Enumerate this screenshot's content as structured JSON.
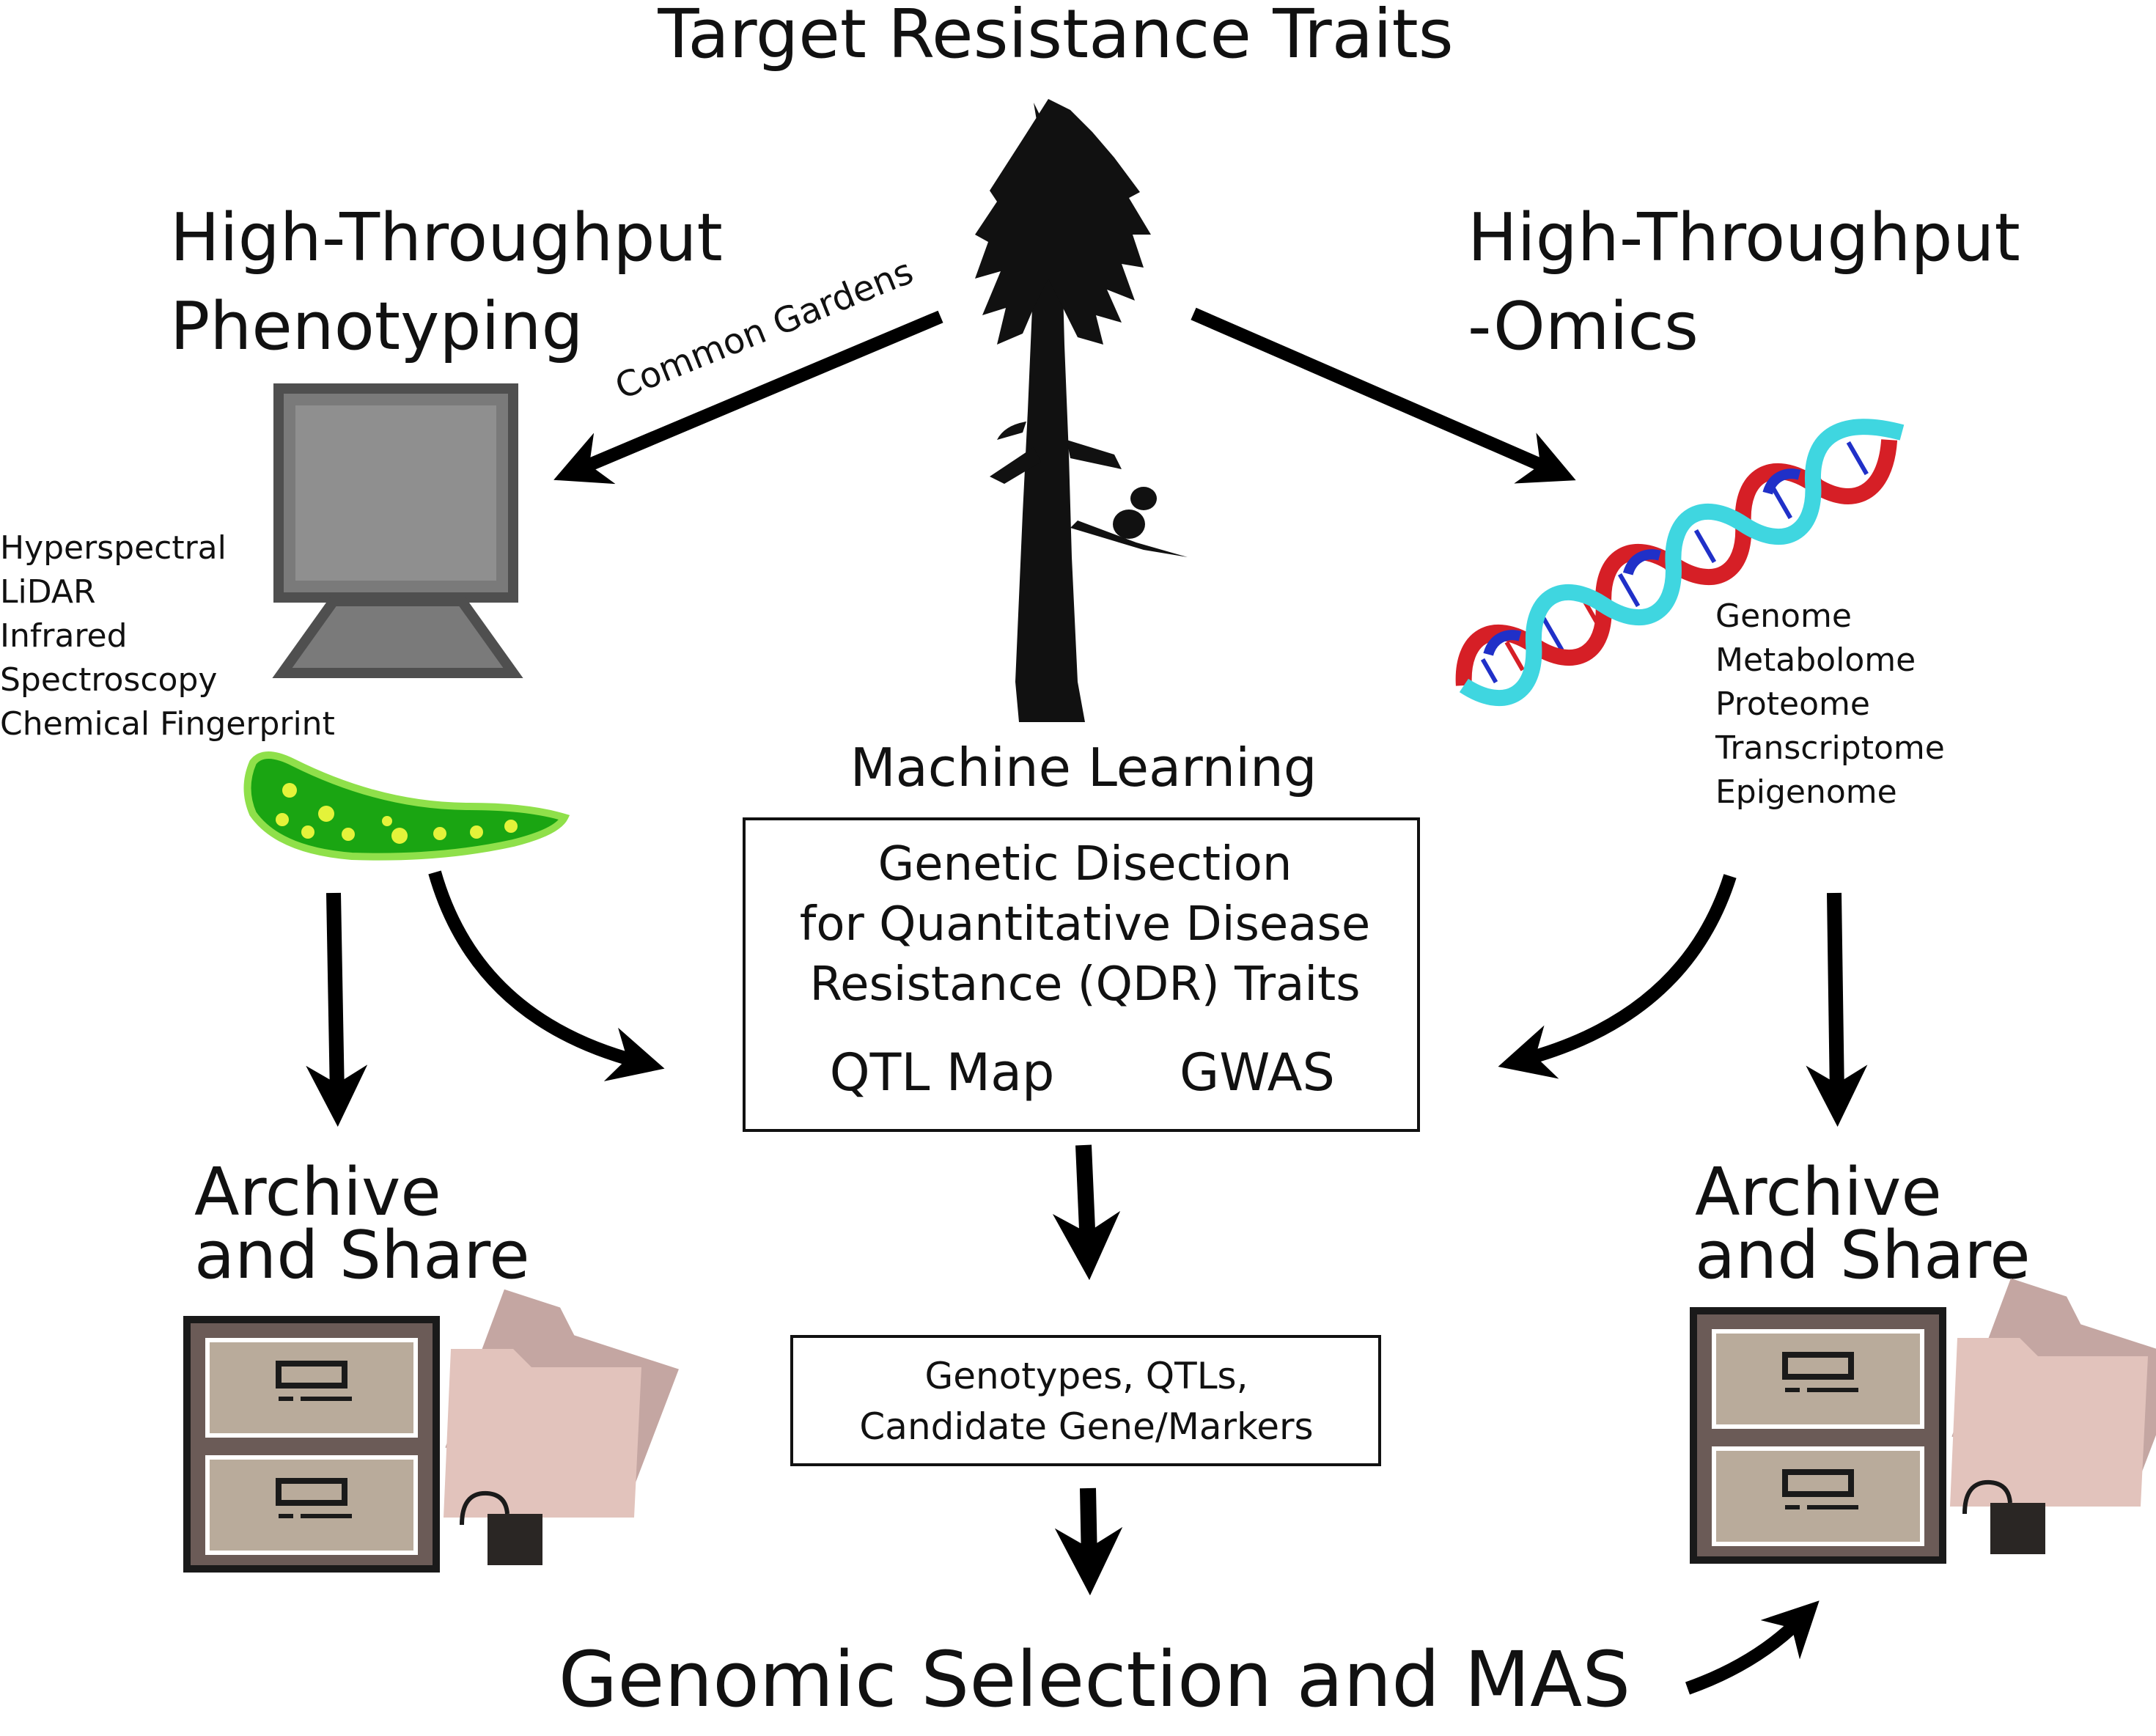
{
  "title": "Target Resistance Traits",
  "left_branch": {
    "heading_line1": "High-Throughput",
    "heading_line2": "Phenotyping",
    "arrow_label": "Common Gardens",
    "methods": [
      "Hyperspectral",
      "LiDAR",
      "Infrared",
      "Spectroscopy",
      "Chemical Fingerprint"
    ],
    "archive_line1": "Archive",
    "archive_line2": "and Share"
  },
  "right_branch": {
    "heading_line1": "High-Throughput",
    "heading_line2": "-Omics",
    "methods": [
      "Genome",
      "Metabolome",
      "Proteome",
      "Transcriptome",
      "Epigenome"
    ],
    "archive_line1": "Archive",
    "archive_line2": "and Share"
  },
  "center": {
    "heading": "Machine Learning",
    "box_line1": "Genetic Disection",
    "box_line2": "for Quantitative Disease",
    "box_line3": "Resistance (QDR) Traits",
    "qtl": "QTL Map",
    "gwas": "GWAS",
    "output_line1": "Genotypes, QTLs,",
    "output_line2": "Candidate Gene/Markers"
  },
  "bottom": "Genomic Selection and MAS",
  "colors": {
    "arrow": "#000000",
    "monitor": "#7a7a7a",
    "leaf": "#1aa512",
    "leaf_spots": "#e4f33a",
    "dna_red": "#d61f26",
    "dna_blue": "#2030c8",
    "dna_cyan": "#3fd6e0",
    "cabinet_frame": "#6b5b57",
    "drawer": "#b9ab9b",
    "folder": "#d8b4ad"
  }
}
